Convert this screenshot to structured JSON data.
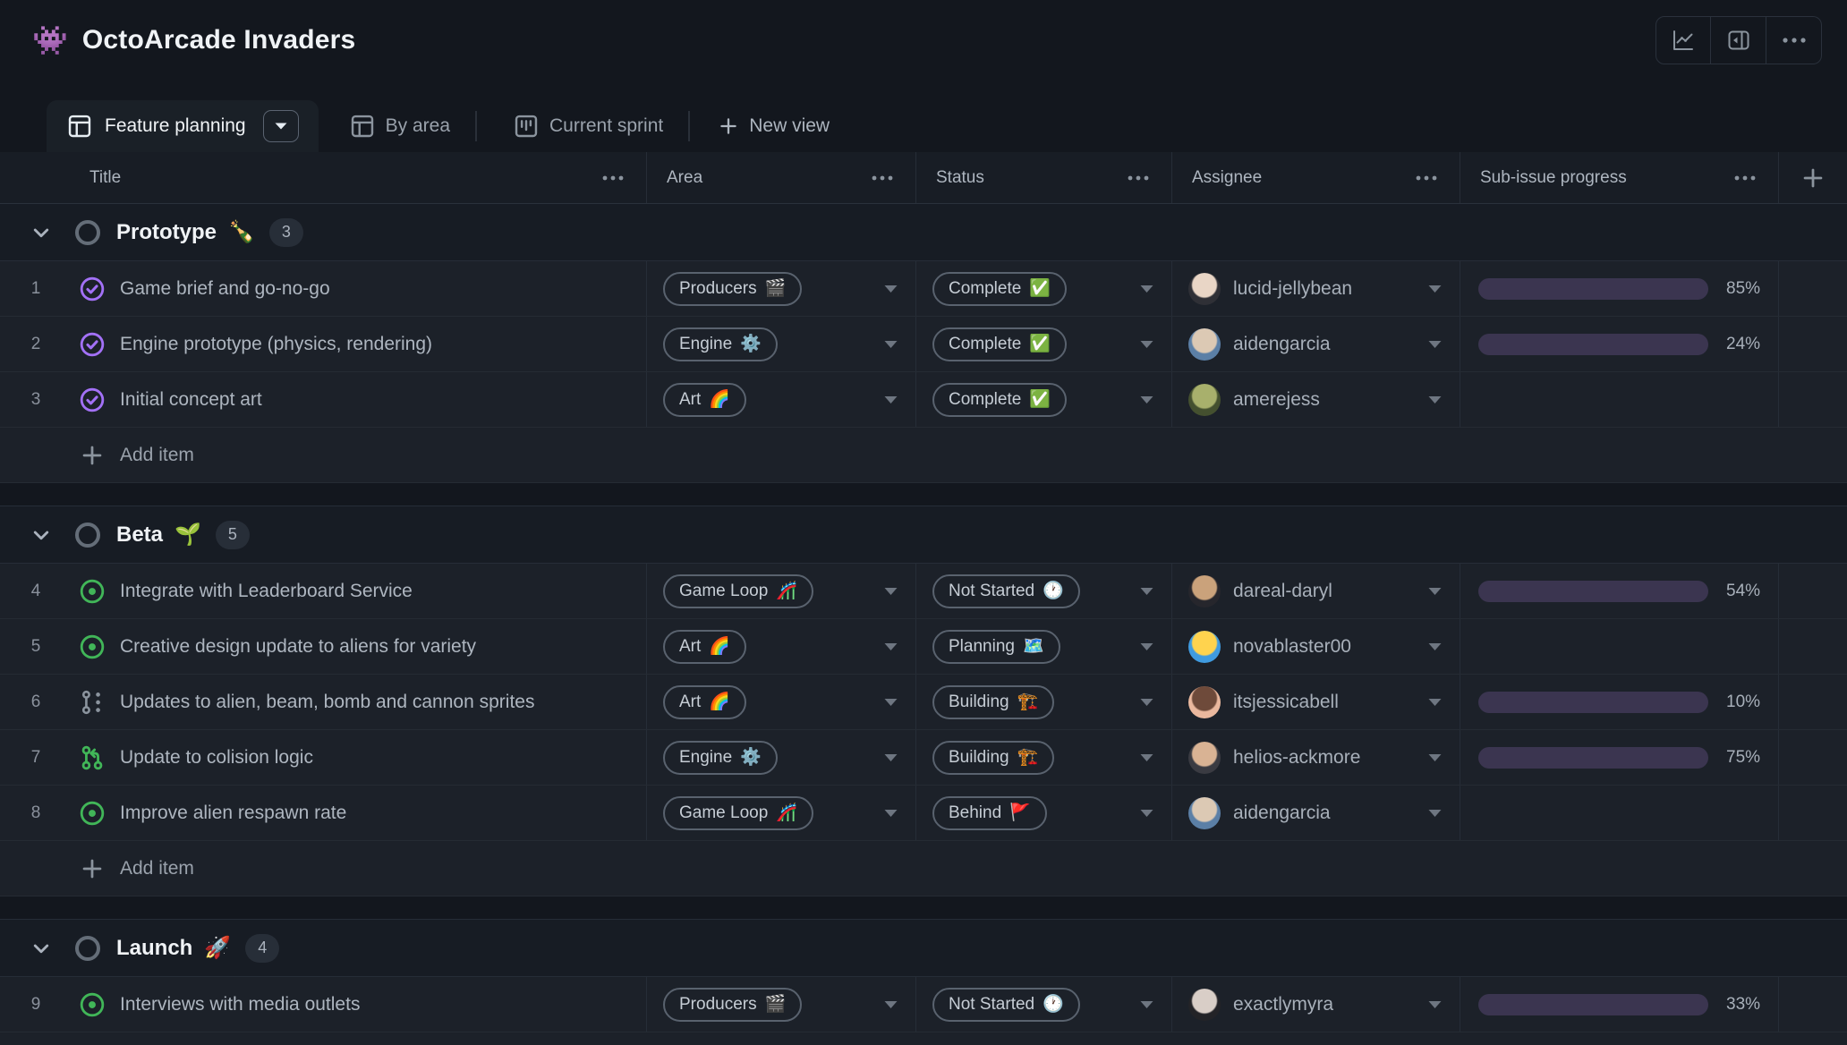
{
  "project": {
    "emoji": "👾",
    "title": "OctoArcade Invaders"
  },
  "toolbar": {
    "buttons": [
      {
        "icon": "insights-chart-icon"
      },
      {
        "icon": "side-panel-icon"
      },
      {
        "icon": "kebab-menu-icon"
      }
    ]
  },
  "tabs": {
    "active": {
      "label": "Feature planning",
      "icon": "table-icon"
    },
    "items": [
      {
        "label": "By area",
        "icon": "table-icon"
      },
      {
        "label": "Current sprint",
        "icon": "project-board-icon"
      }
    ],
    "new_view_label": "New view"
  },
  "table": {
    "columns": [
      {
        "key": "title",
        "label": "Title"
      },
      {
        "key": "area",
        "label": "Area"
      },
      {
        "key": "status",
        "label": "Status"
      },
      {
        "key": "assignee",
        "label": "Assignee"
      },
      {
        "key": "progress",
        "label": "Sub-issue progress"
      }
    ],
    "add_item_label": "Add item",
    "groups": [
      {
        "name": "Prototype",
        "emoji": "🍾",
        "count": 3,
        "show_add_item": true,
        "rows": [
          {
            "num": 1,
            "icon": "issue-closed",
            "title": "Game brief and go-no-go",
            "area": {
              "label": "Producers",
              "emoji": "🎬"
            },
            "status": {
              "label": "Complete",
              "emoji": "✅"
            },
            "assignee": {
              "login": "lucid-jellybean",
              "avatar": [
                "#e9d6c6",
                "#2f3036"
              ]
            },
            "progress": 85
          },
          {
            "num": 2,
            "icon": "issue-closed",
            "title": "Engine prototype (physics, rendering)",
            "area": {
              "label": "Engine",
              "emoji": "⚙️"
            },
            "status": {
              "label": "Complete",
              "emoji": "✅"
            },
            "assignee": {
              "login": "aidengarcia",
              "avatar": [
                "#dcc9b4",
                "#5b7fa6"
              ]
            },
            "progress": 24
          },
          {
            "num": 3,
            "icon": "issue-closed",
            "title": "Initial concept art",
            "area": {
              "label": "Art",
              "emoji": "🌈"
            },
            "status": {
              "label": "Complete",
              "emoji": "✅"
            },
            "assignee": {
              "login": "amerejess",
              "avatar": [
                "#a8b06c",
                "#44502f"
              ]
            },
            "progress": null
          }
        ]
      },
      {
        "name": "Beta",
        "emoji": "🌱",
        "count": 5,
        "show_add_item": true,
        "rows": [
          {
            "num": 4,
            "icon": "issue-open",
            "title": "Integrate with Leaderboard Service",
            "area": {
              "label": "Game Loop",
              "emoji": "🎢"
            },
            "status": {
              "label": "Not Started",
              "emoji": "🕐"
            },
            "assignee": {
              "login": "dareal-daryl",
              "avatar": [
                "#caa27b",
                "#26262c"
              ]
            },
            "progress": 54
          },
          {
            "num": 5,
            "icon": "issue-open",
            "title": "Creative design update to aliens for variety",
            "area": {
              "label": "Art",
              "emoji": "🌈"
            },
            "status": {
              "label": "Planning",
              "emoji": "🗺️"
            },
            "assignee": {
              "login": "novablaster00",
              "avatar": [
                "#ffd34e",
                "#3f9be0"
              ]
            },
            "progress": null
          },
          {
            "num": 6,
            "icon": "merge-queue",
            "title": "Updates to alien, beam, bomb and cannon sprites",
            "area": {
              "label": "Art",
              "emoji": "🌈"
            },
            "status": {
              "label": "Building",
              "emoji": "🏗️"
            },
            "assignee": {
              "login": "itsjessicabell",
              "avatar": [
                "#6e4a3a",
                "#eab89e"
              ]
            },
            "progress": 10
          },
          {
            "num": 7,
            "icon": "pull-request",
            "title": "Update to colision logic",
            "area": {
              "label": "Engine",
              "emoji": "⚙️"
            },
            "status": {
              "label": "Building",
              "emoji": "🏗️"
            },
            "assignee": {
              "login": "helios-ackmore",
              "avatar": [
                "#d9b394",
                "#3a3b42"
              ]
            },
            "progress": 75
          },
          {
            "num": 8,
            "icon": "issue-open",
            "title": "Improve alien respawn rate",
            "area": {
              "label": "Game Loop",
              "emoji": "🎢"
            },
            "status": {
              "label": "Behind",
              "emoji": "🚩"
            },
            "assignee": {
              "login": "aidengarcia",
              "avatar": [
                "#dcc9b4",
                "#5b7fa6"
              ]
            },
            "progress": null
          }
        ]
      },
      {
        "name": "Launch",
        "emoji": "🚀",
        "count": 4,
        "show_add_item": false,
        "rows": [
          {
            "num": 9,
            "icon": "issue-open",
            "title": "Interviews with media outlets",
            "area": {
              "label": "Producers",
              "emoji": "🎬"
            },
            "status": {
              "label": "Not Started",
              "emoji": "🕐"
            },
            "assignee": {
              "login": "exactlymyra",
              "avatar": [
                "#d9cec7",
                "#232327"
              ]
            },
            "progress": 33
          }
        ]
      }
    ]
  },
  "colors": {
    "progress_fill": "#8b5ce6",
    "progress_track": "#3b3550",
    "issue_open_green": "#41b658",
    "issue_closed_purple": "#a371f7",
    "draft_gray": "#8b949e",
    "row_bg": "#1c2129",
    "canvas_bg": "#13171e"
  }
}
